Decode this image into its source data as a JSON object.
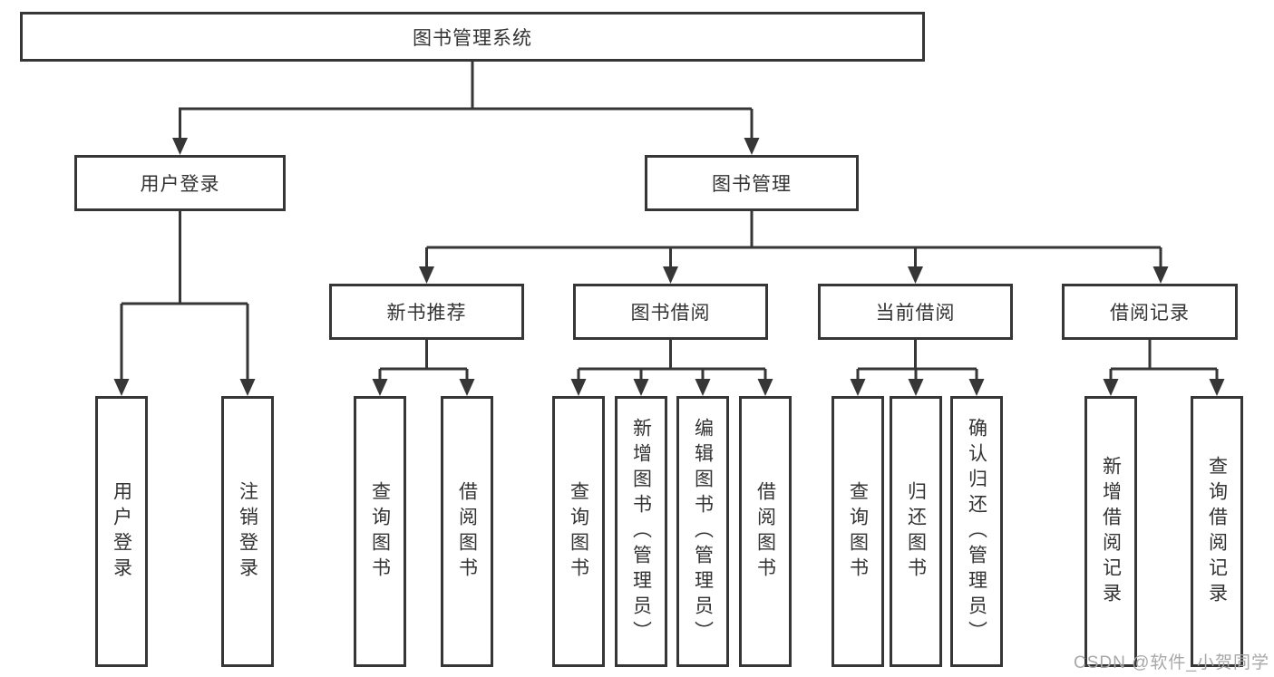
{
  "tree": {
    "root": {
      "label": "图书管理系统"
    },
    "login": {
      "label": "用户登录",
      "children": [
        {
          "label": "用户登录"
        },
        {
          "label": "注销登录"
        }
      ]
    },
    "management": {
      "label": "图书管理",
      "children": [
        {
          "label": "新书推荐",
          "children": [
            {
              "label": "查询图书"
            },
            {
              "label": "借阅图书"
            }
          ]
        },
        {
          "label": "图书借阅",
          "children": [
            {
              "label": "查询图书"
            },
            {
              "label": "新增图书（管理员）"
            },
            {
              "label": "编辑图书（管理员）"
            },
            {
              "label": "借阅图书"
            }
          ]
        },
        {
          "label": "当前借阅",
          "children": [
            {
              "label": "查询图书"
            },
            {
              "label": "归还图书"
            },
            {
              "label": "确认归还（管理员）"
            }
          ]
        },
        {
          "label": "借阅记录",
          "children": [
            {
              "label": "新增借阅记录"
            },
            {
              "label": "查询借阅记录"
            }
          ]
        }
      ]
    }
  },
  "watermark": {
    "text": "CSDN @软件_小贺同学"
  },
  "colors": {
    "line": "#363636",
    "text": "#333333",
    "background": "#ffffff",
    "watermark": "#a8a8a8"
  }
}
